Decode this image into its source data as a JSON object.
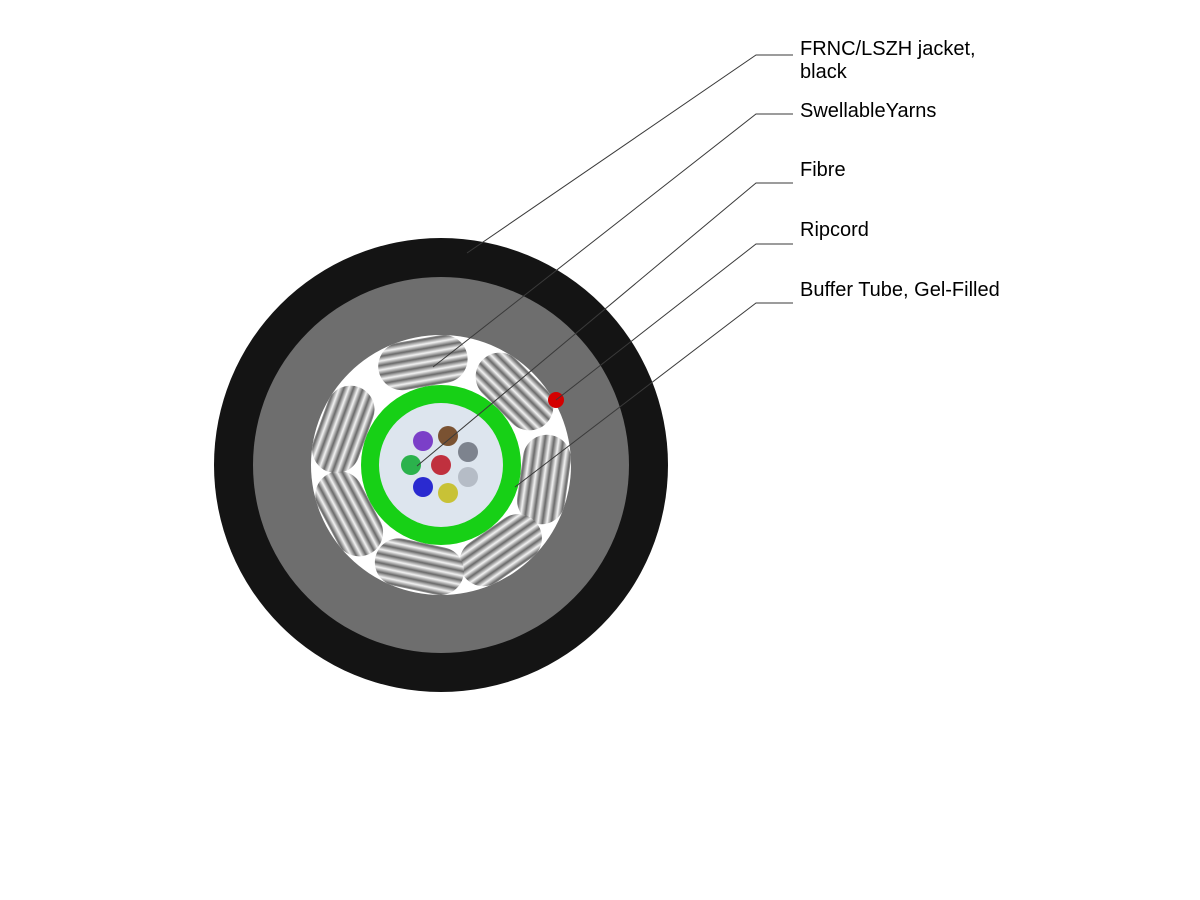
{
  "labels": {
    "jacket_line1": "FRNC/LSZH jacket,",
    "jacket_line2": "black",
    "yarns": "SwellableYarns",
    "fibre": "Fibre",
    "ripcord": "Ripcord",
    "buffer_tube": "Buffer Tube, Gel-Filled"
  },
  "colors": {
    "jacket": "#141414",
    "inner_sheath": "#6e6e6e",
    "yarn_bed": "#ffffff",
    "buffer_tube": "#17d016",
    "gel": "#dde5ee",
    "ripcord": "#d40000",
    "yarn_light": "#f2f2f2",
    "yarn_dark": "#6a6a6a"
  },
  "fibres": [
    {
      "name": "violet",
      "color": "#7b3fc8"
    },
    {
      "name": "brown",
      "color": "#7a5232"
    },
    {
      "name": "green",
      "color": "#2bb24c"
    },
    {
      "name": "red",
      "color": "#c0303e"
    },
    {
      "name": "slate",
      "color": "#7d838e"
    },
    {
      "name": "white",
      "color": "#b5bcc6"
    },
    {
      "name": "blue",
      "color": "#2a2ad0"
    },
    {
      "name": "yellow",
      "color": "#c8c236"
    }
  ]
}
